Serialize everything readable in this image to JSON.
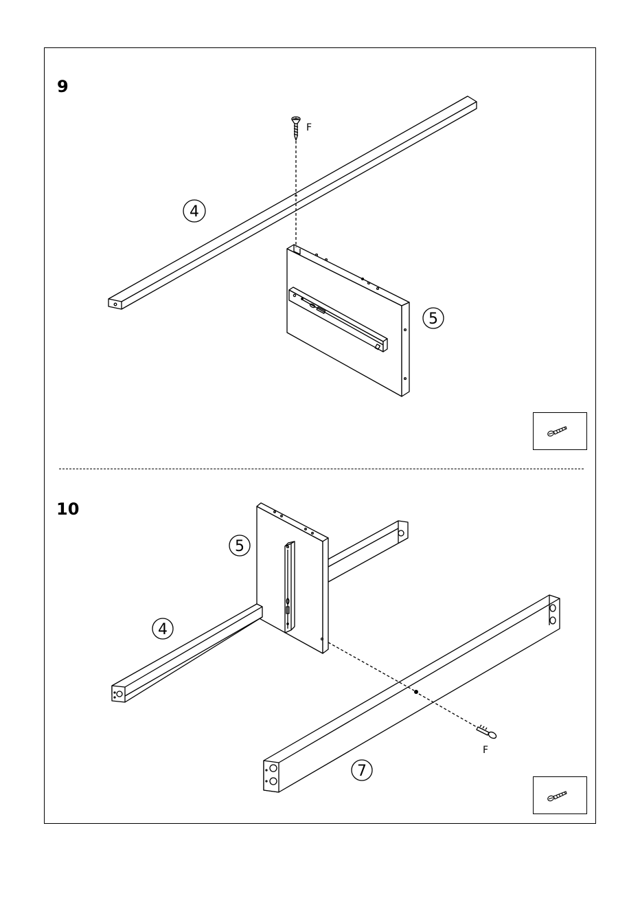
{
  "steps": [
    {
      "number": "9",
      "parts": {
        "rail": "4",
        "panel": "5"
      },
      "screw_label": "F",
      "hardware_icon": "screw-icon"
    },
    {
      "number": "10",
      "parts": {
        "panel": "5",
        "rail": "4",
        "long_rail": "7"
      },
      "screw_label": "F",
      "hardware_icon": "screw-icon"
    }
  ],
  "colors": {
    "line": "#000000",
    "background": "#ffffff"
  }
}
